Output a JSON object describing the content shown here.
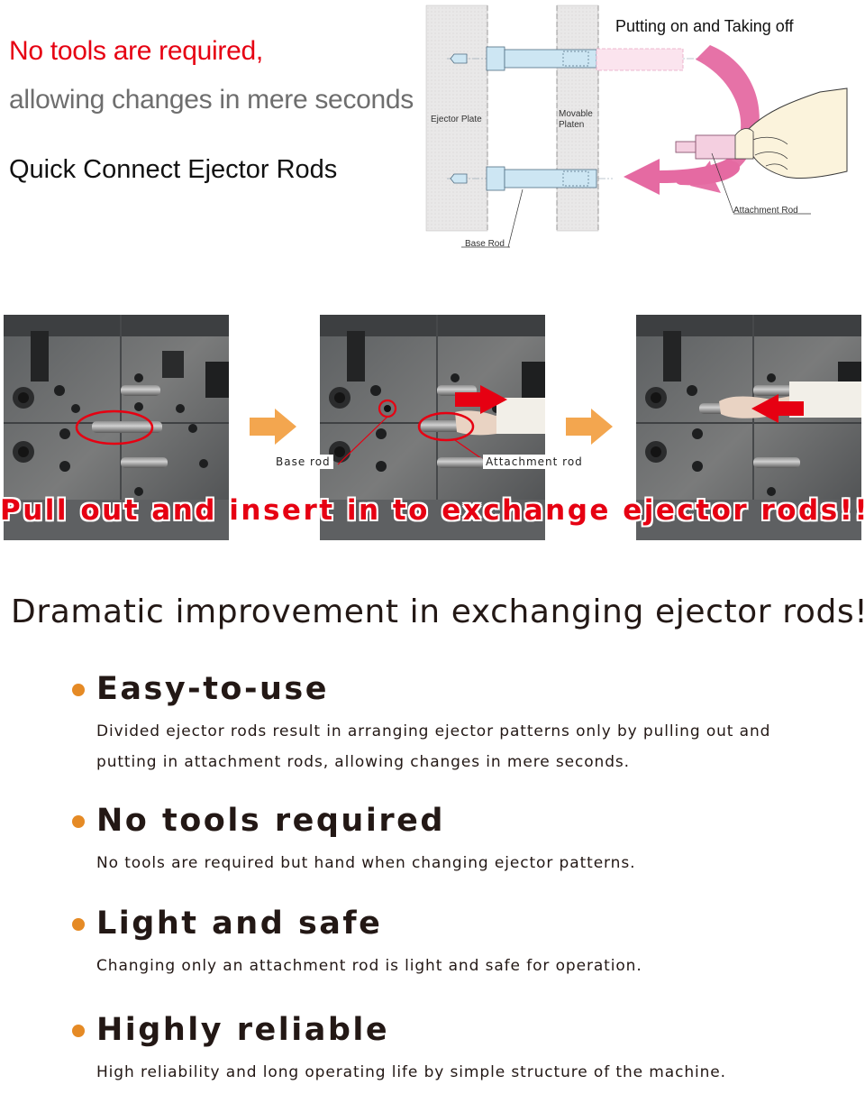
{
  "header": {
    "line1": "No tools are required,",
    "line2": "allowing changes in mere seconds",
    "line3": "Quick Connect Ejector Rods"
  },
  "diagram": {
    "title": "Putting on and Taking off",
    "ejector_plate": "Ejector Plate",
    "movable_platen_1": "Movable",
    "movable_platen_2": "Platen",
    "attachment_rod": "Attachment Rod",
    "base_rod": "Base Rod"
  },
  "photos": {
    "base_rod_label": "Base rod",
    "attachment_rod_label": "Attachment rod",
    "banner": "Pull out and insert in to exchange ejector rods!!"
  },
  "section": {
    "title": "Dramatic improvement in exchanging ejector rods!!"
  },
  "features": [
    {
      "title": "Easy-to-use",
      "desc": "Divided ejector rods result in arranging ejector patterns only by pulling out and putting in attachment rods, allowing changes in mere seconds."
    },
    {
      "title": "No tools required",
      "desc": "No tools are required but hand when changing ejector patterns."
    },
    {
      "title": "Light and safe",
      "desc": "Changing only an attachment rod is light and safe for operation."
    },
    {
      "title": "Highly reliable",
      "desc": "High reliability and long operating life by simple structure of the machine."
    }
  ],
  "colors": {
    "accent_red": "#e60012",
    "bullet_orange": "#e58a25",
    "rod_blue": "#cde6f3",
    "rod_pink": "#f4cfe0",
    "curve_arrow_pink": "#e56aa2",
    "step_arrow_orange": "#f3a64f"
  }
}
